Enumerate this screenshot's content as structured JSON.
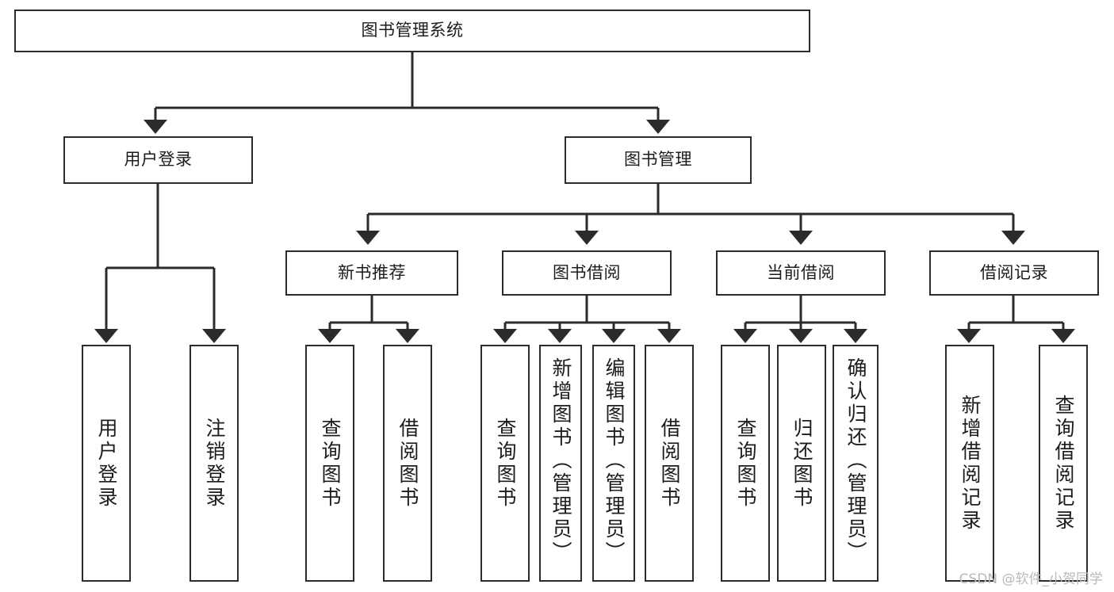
{
  "diagram": {
    "title": "图书管理系统",
    "type": "tree",
    "watermark": "CSDN @软件_小贺同学",
    "colors": {
      "border": "#2b2b2b",
      "background": "#ffffff",
      "text": "#1c1c1c",
      "watermark": "#b9b9b9"
    },
    "nodes": {
      "root": {
        "label": "图书管理系统"
      },
      "level2": [
        {
          "id": "user_login",
          "label": "用户登录"
        },
        {
          "id": "book_mgmt",
          "label": "图书管理"
        }
      ],
      "level3": [
        {
          "id": "new_book_rec",
          "label": "新书推荐"
        },
        {
          "id": "book_borrow",
          "label": "图书借阅"
        },
        {
          "id": "current_borrow",
          "label": "当前借阅"
        },
        {
          "id": "borrow_record",
          "label": "借阅记录"
        }
      ],
      "leaves": {
        "user_login": [
          {
            "id": "leaf_user_login",
            "label": "用户登录"
          },
          {
            "id": "leaf_logout",
            "label": "注销登录"
          }
        ],
        "new_book_rec": [
          {
            "id": "leaf_query_book_1",
            "label": "查询图书"
          },
          {
            "id": "leaf_borrow_book_1",
            "label": "借阅图书"
          }
        ],
        "book_borrow": [
          {
            "id": "leaf_query_book_2",
            "label": "查询图书"
          },
          {
            "id": "leaf_add_book",
            "label": "新增图书（管理员）"
          },
          {
            "id": "leaf_edit_book",
            "label": "编辑图书（管理员）"
          },
          {
            "id": "leaf_borrow_book_2",
            "label": "借阅图书"
          }
        ],
        "current_borrow": [
          {
            "id": "leaf_query_book_3",
            "label": "查询图书"
          },
          {
            "id": "leaf_return_book",
            "label": "归还图书"
          },
          {
            "id": "leaf_confirm_return",
            "label": "确认归还（管理员）"
          }
        ],
        "borrow_record": [
          {
            "id": "leaf_add_record",
            "label": "新增借阅记录"
          },
          {
            "id": "leaf_query_record",
            "label": "查询借阅记录"
          }
        ]
      }
    }
  }
}
